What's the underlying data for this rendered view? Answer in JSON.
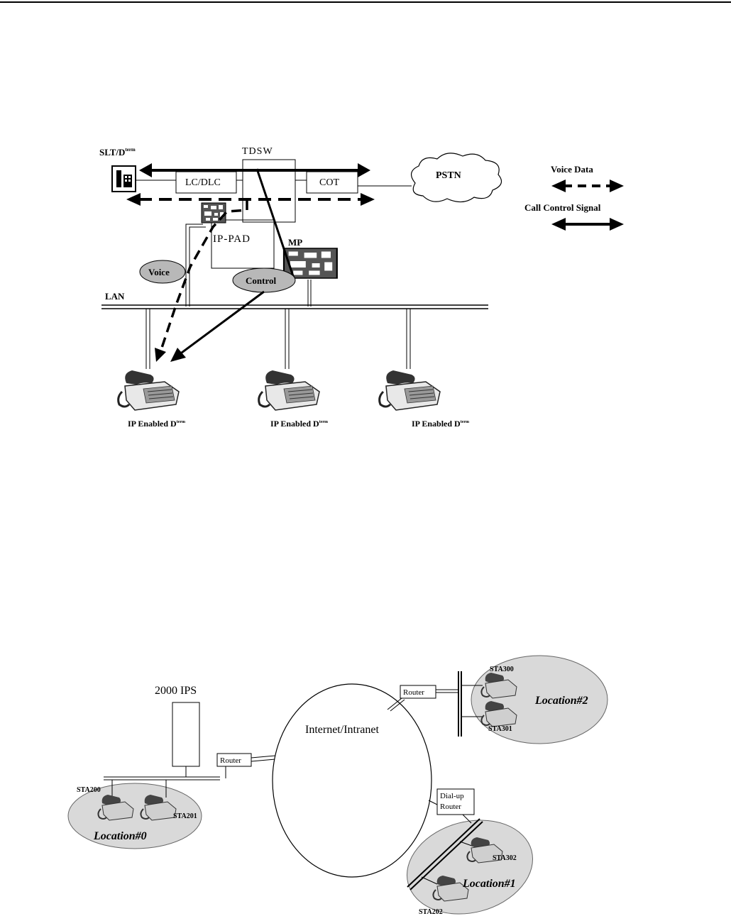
{
  "diagram1": {
    "tdsw_label": "TDSW",
    "slt_label": "SLT/D",
    "slt_sup": "term",
    "lc_dlc_label": "LC/DLC",
    "cot_label": "COT",
    "pstn_label": "PSTN",
    "ip_pad_label": "IP-PAD",
    "mp_label": "MP",
    "voice_label": "Voice",
    "control_label": "Control",
    "lan_label": "LAN",
    "phones": [
      {
        "label": "IP Enabled D",
        "sup": "term"
      },
      {
        "label": "IP Enabled D",
        "sup": "term"
      },
      {
        "label": "IP Enabled D",
        "sup": "term"
      }
    ],
    "legend": {
      "voice_data": "Voice Data",
      "call_control": "Call Control Signal"
    }
  },
  "diagram2": {
    "ips_label": "2000 IPS",
    "internet_label": "Internet/Intranet",
    "router_main": "Router",
    "router_loc2": "Router",
    "dialup_line1": "Dial-up",
    "dialup_line2": "Router",
    "locations": {
      "loc0": "Location#0",
      "loc1": "Location#1",
      "loc2": "Location#2"
    },
    "stations": {
      "sta200": "STA200",
      "sta201": "STA201",
      "sta202": "STA202",
      "sta300": "STA300",
      "sta301": "STA301",
      "sta302": "STA302"
    }
  },
  "colors": {
    "ink": "#000000",
    "ellipse_fill": "#b8b8b8",
    "location_fill": "#d9d9d9",
    "background": "#ffffff"
  }
}
